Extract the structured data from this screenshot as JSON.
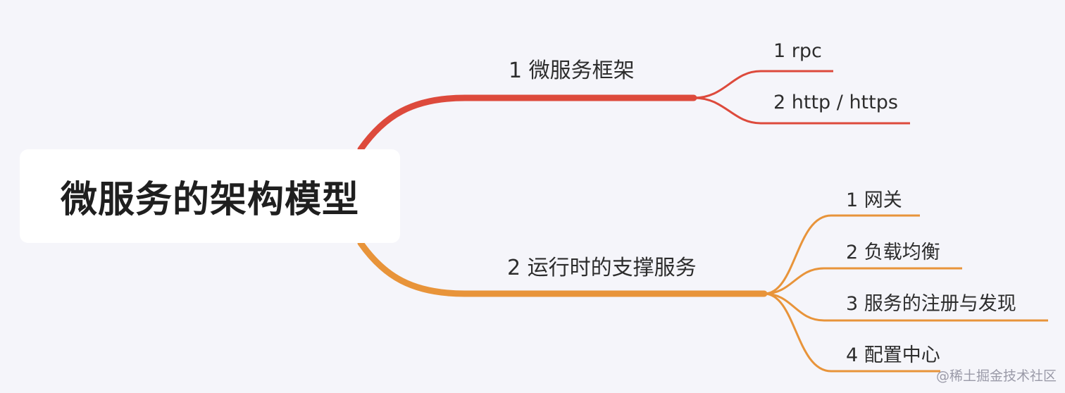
{
  "root": {
    "label": "微服务的架构模型"
  },
  "branches": [
    {
      "label": "1 微服务框架",
      "color": "#dd4a3c",
      "children": [
        {
          "label": "1 rpc"
        },
        {
          "label": "2 http / https"
        }
      ]
    },
    {
      "label": "2 运行时的支撑服务",
      "color": "#e8943a",
      "children": [
        {
          "label": "1 网关"
        },
        {
          "label": "2 负载均衡"
        },
        {
          "label": "3 服务的注册与发现"
        },
        {
          "label": "4 配置中心"
        }
      ]
    }
  ],
  "watermark": "@稀土掘金技术社区"
}
